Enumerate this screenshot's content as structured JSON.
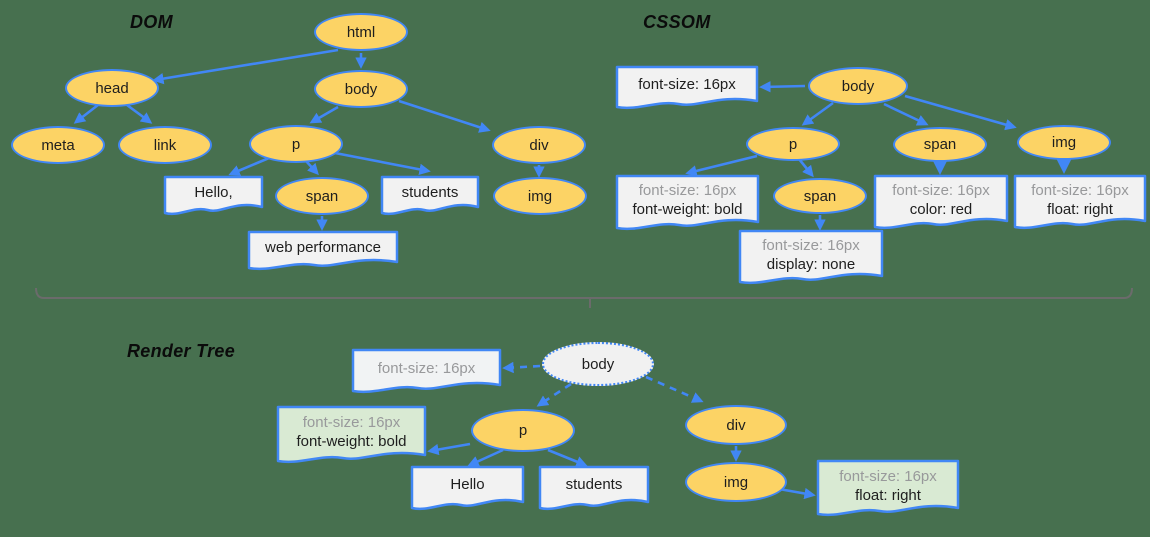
{
  "titles": {
    "dom": "DOM",
    "cssom": "CSSOM",
    "render": "Render Tree"
  },
  "dom": {
    "html": "html",
    "head": "head",
    "body": "body",
    "meta": "meta",
    "link": "link",
    "p": "p",
    "div": "div",
    "span": "span",
    "img": "img",
    "text_hello": "Hello,",
    "text_students": "students",
    "text_webperf": "web performance"
  },
  "cssom": {
    "body": "body",
    "p": "p",
    "span": "span",
    "img": "img",
    "span_child": "span",
    "rule_body_1": "font-size: 16px",
    "rule_p_1": "font-size: 16px",
    "rule_p_2": "font-weight: bold",
    "rule_span_1": "font-size: 16px",
    "rule_span_2": "color: red",
    "rule_img_1": "font-size: 16px",
    "rule_img_2": "float: right",
    "rule_span_child_1": "font-size: 16px",
    "rule_span_child_2": "display: none"
  },
  "render": {
    "body": "body",
    "p": "p",
    "div": "div",
    "img": "img",
    "text_hello": "Hello",
    "text_students": "students",
    "rule_body_1": "font-size: 16px",
    "rule_p_1": "font-size: 16px",
    "rule_p_2": "font-weight: bold",
    "rule_img_1": "font-size: 16px",
    "rule_img_2": "float: right"
  },
  "colors": {
    "background": "#47704F",
    "node_fill": "#FCD365",
    "node_border": "#4187F5",
    "arrow_blue": "#4187F5",
    "note_fill_gray": "#F2F2F2",
    "note_fill_white": "#F1F3F4",
    "note_fill_green": "#D9EAD3",
    "render_body_fill": "#F1F1F1",
    "inherited_text_gray": "#98999B",
    "text_dark": "#1E1E1E",
    "brace_gray": "#6B6B6B"
  }
}
